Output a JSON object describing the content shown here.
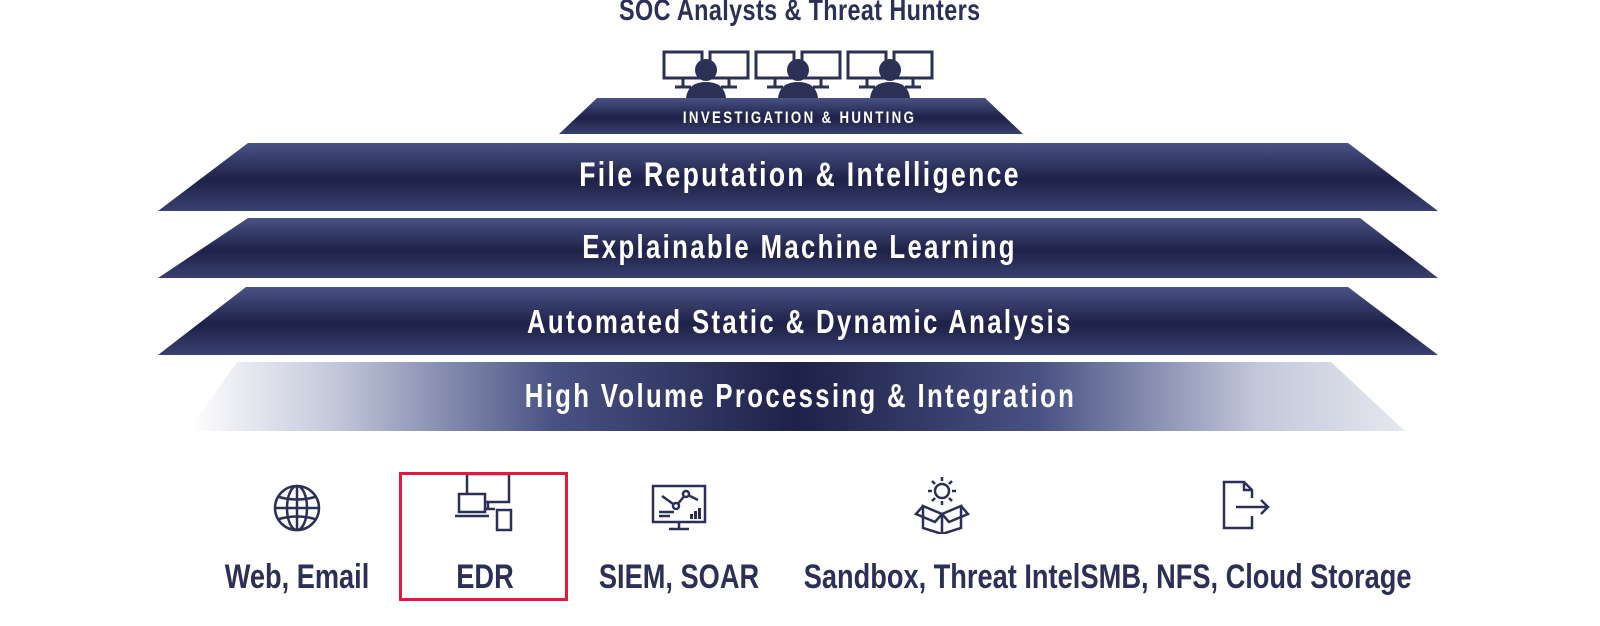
{
  "header": {
    "title": "SOC Analysts & Threat Hunters"
  },
  "layers": [
    {
      "id": "investigation",
      "label": "INVESTIGATION & HUNTING"
    },
    {
      "id": "file",
      "label": "File Reputation & Intelligence"
    },
    {
      "id": "ml",
      "label": "Explainable Machine Learning"
    },
    {
      "id": "analysis",
      "label": "Automated Static & Dynamic Analysis"
    },
    {
      "id": "processing",
      "label": "High Volume Processing & Integration"
    }
  ],
  "sources": [
    {
      "id": "web",
      "label": "Web, Email",
      "icon": "globe-icon"
    },
    {
      "id": "edr",
      "label": "EDR",
      "icon": "devices-icon",
      "highlighted": true
    },
    {
      "id": "siem",
      "label": "SIEM, SOAR",
      "icon": "monitor-chart-icon"
    },
    {
      "id": "sandbox",
      "label": "Sandbox, Threat Intel",
      "icon": "gear-box-icon"
    },
    {
      "id": "smb",
      "label": "SMB, NFS, Cloud Storage",
      "icon": "file-export-icon"
    }
  ],
  "colors": {
    "navy": "#2c3057",
    "layer_dark": "#1e2148",
    "layer_light": "#4a5284",
    "highlight": "#e5193f"
  }
}
